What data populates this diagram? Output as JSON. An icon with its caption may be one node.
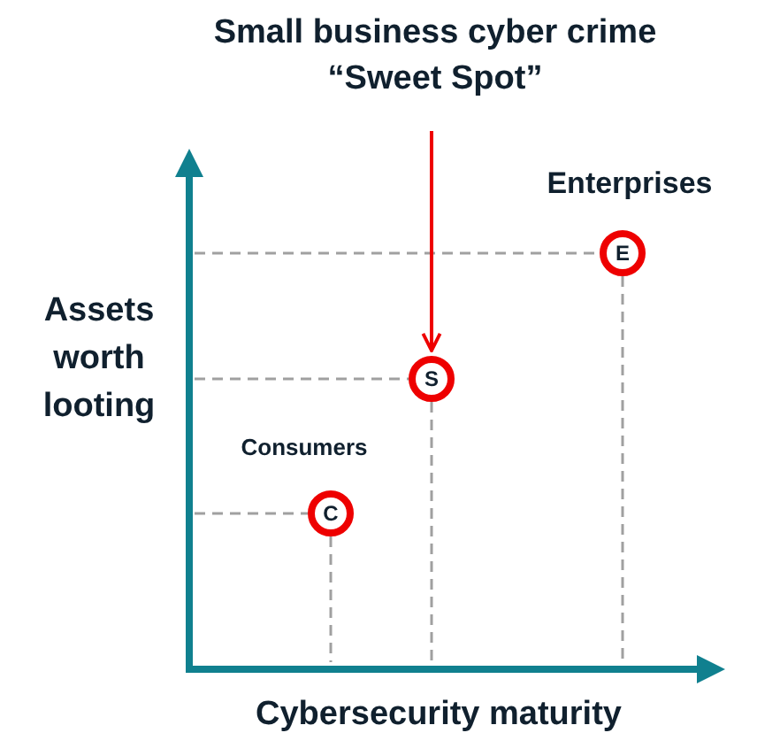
{
  "diagram": {
    "nodes": [
      {
        "text": [
          "Small business cyber crime “Sweet Spot”"
        ]
      },
      {
        "text": [
          "E"
        ],
        "beside": [
          "Enterprises"
        ]
      },
      {
        "text": [
          "S"
        ]
      },
      {
        "text": [
          "C"
        ],
        "beside": [
          "Consumers"
        ]
      }
    ],
    "edges": [
      {
        "from": 0,
        "to": 2,
        "arrow": "to"
      }
    ],
    "labels": [
      "Assets worth looting",
      "Cybersecurity maturity"
    ]
  }
}
